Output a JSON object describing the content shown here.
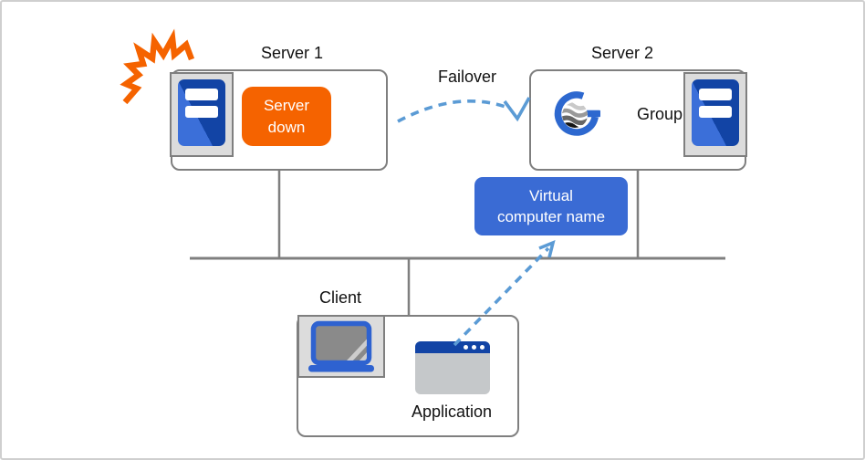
{
  "labels": {
    "server1": "Server 1",
    "server2": "Server 2",
    "failover": "Failover",
    "group": "Group",
    "client": "Client",
    "application": "Application"
  },
  "badges": {
    "server_down": {
      "line1": "Server",
      "line2": "down"
    },
    "virtual_name": {
      "line1": "Virtual",
      "line2": "computer name"
    }
  },
  "colors": {
    "alert_orange": "#F56300",
    "server_navy": "#1244A5",
    "shine_blue": "#3B6FD9",
    "accent_blue": "#3A6BD4",
    "logo_blue": "#2D68CF",
    "laptop_blue": "#2E62D0",
    "arrow_blue": "#5B9BD5",
    "line_gray": "#7F7F7F"
  }
}
